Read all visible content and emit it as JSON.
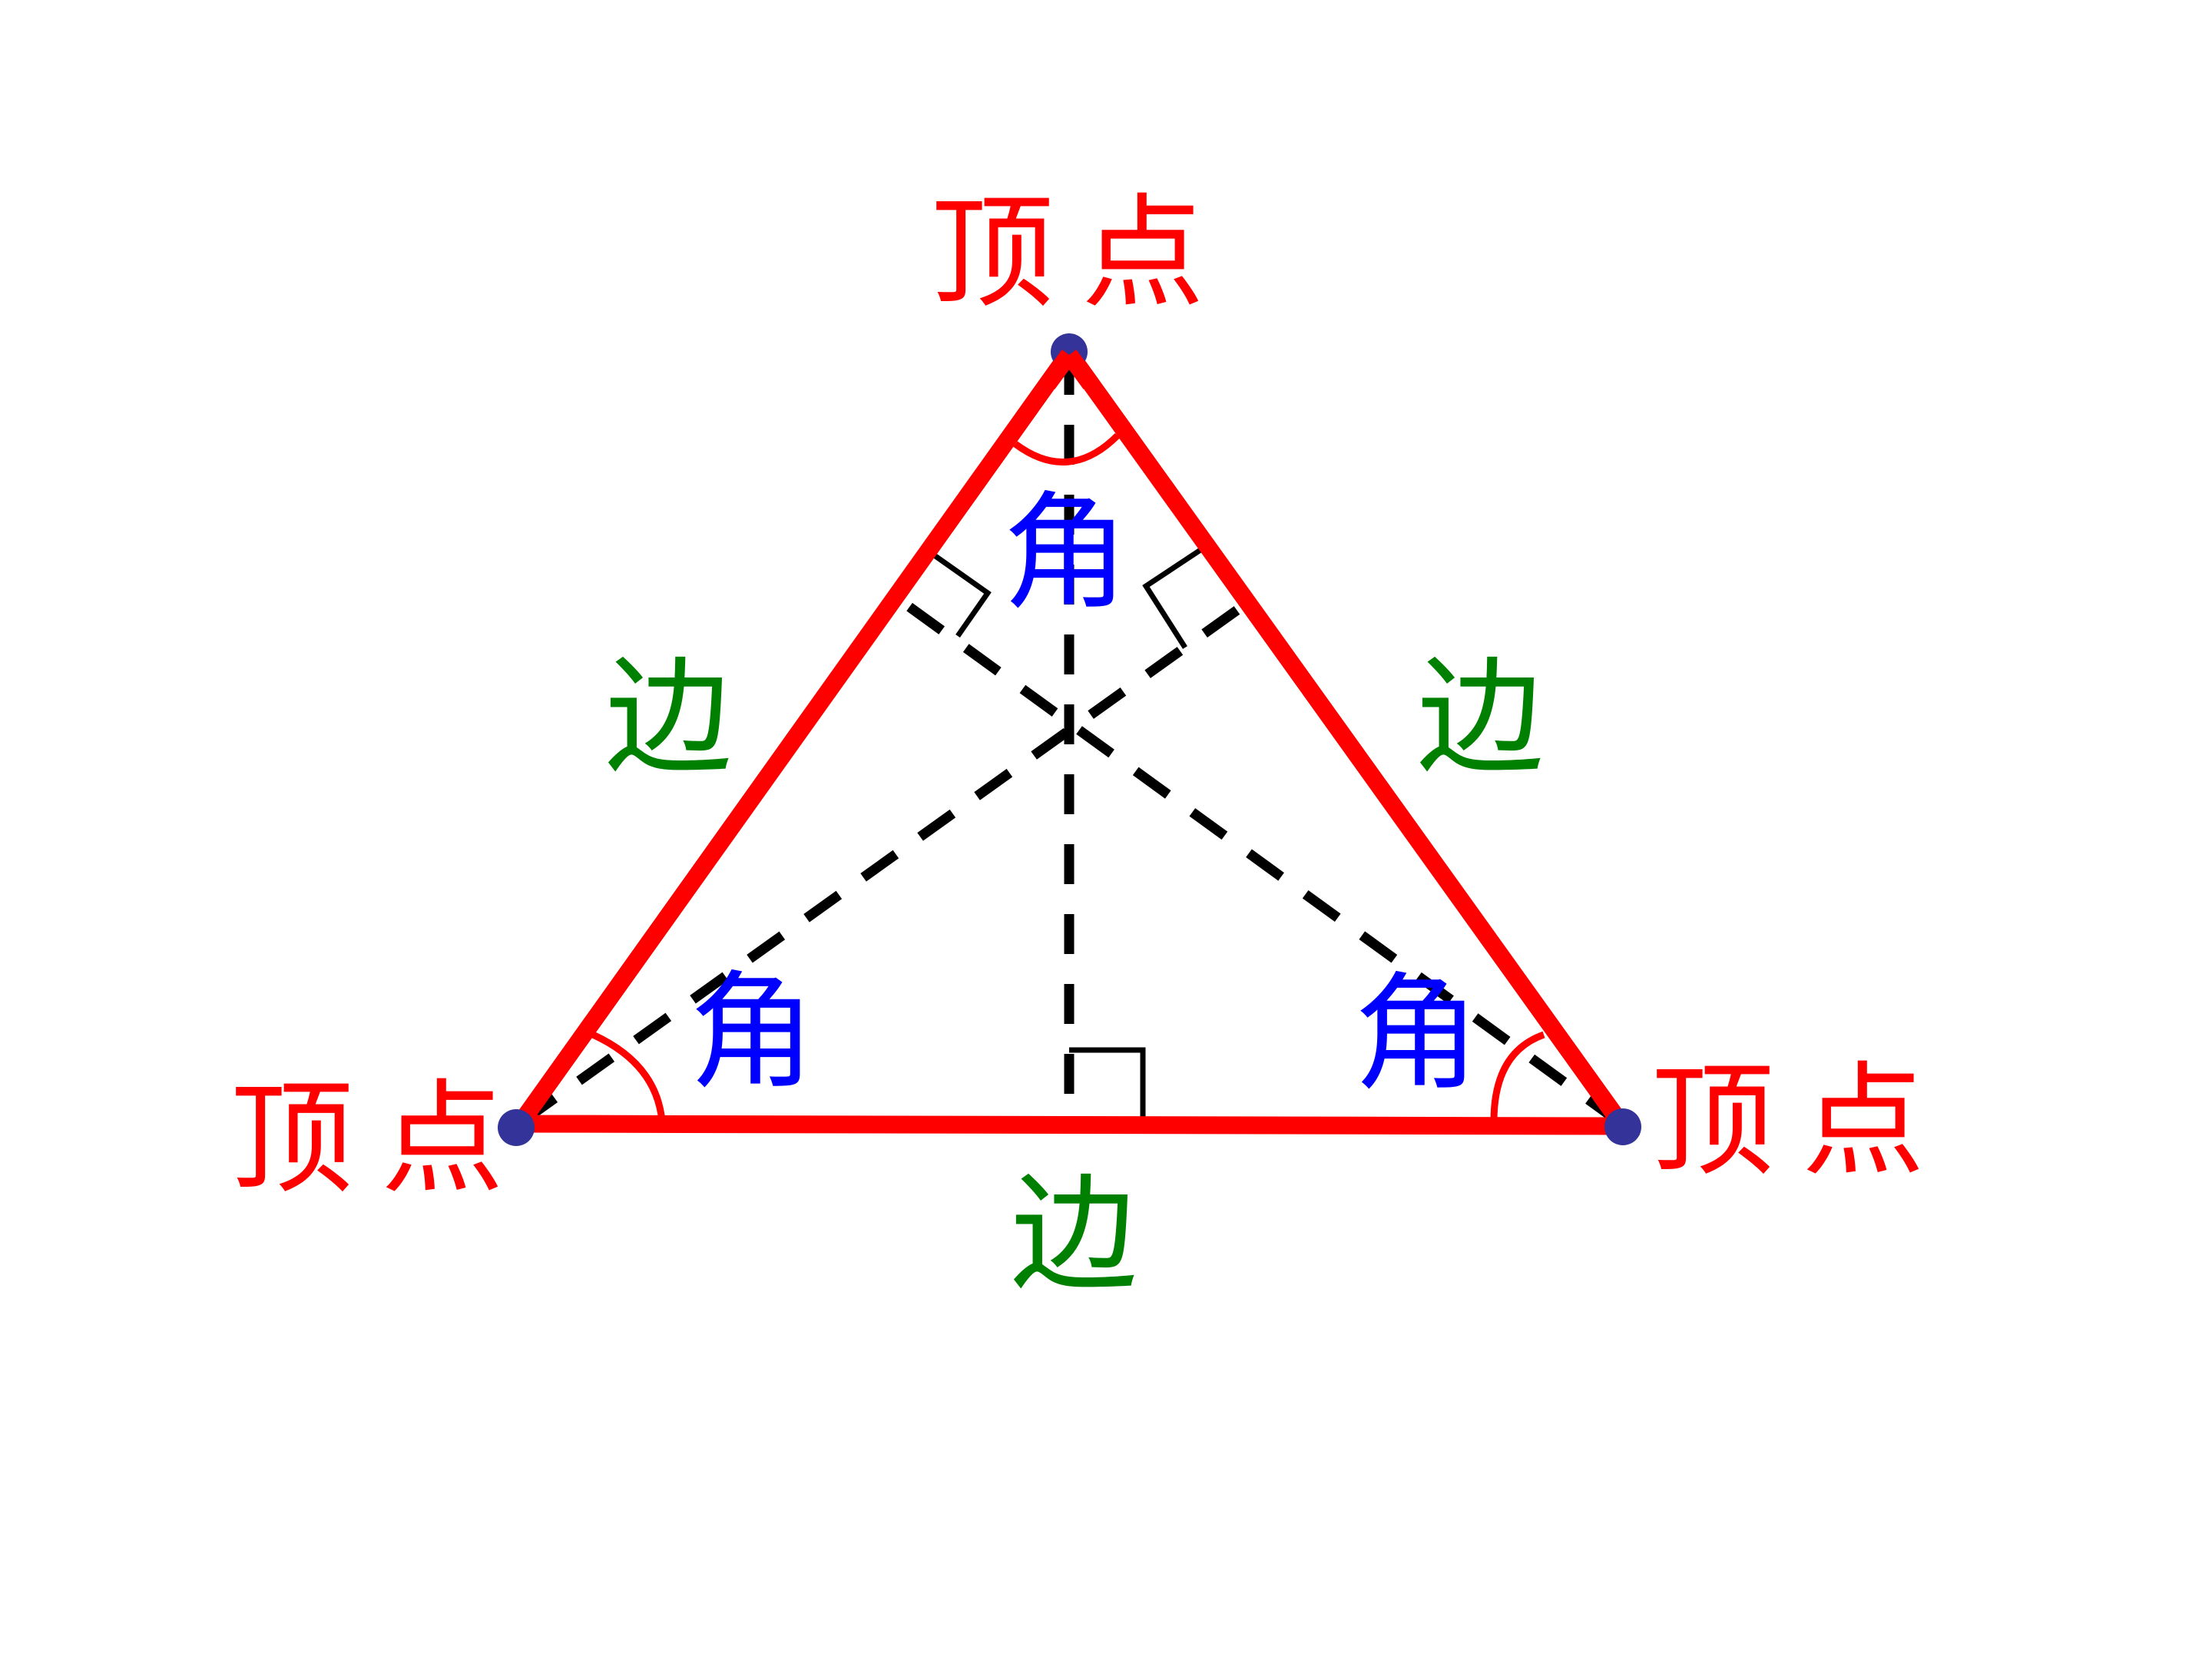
{
  "colors": {
    "triangle": "#ff0000",
    "vertex_dot": "#333399",
    "dashed": "#000000",
    "vertex_label": "#ff0000",
    "side_label": "#008000",
    "angle_label": "#0000ff",
    "background": "#ffffff"
  },
  "vertices": {
    "top": {
      "label": "顶点"
    },
    "left": {
      "label": "顶点"
    },
    "right": {
      "label": "顶点"
    }
  },
  "sides": {
    "left": {
      "label": "边"
    },
    "right": {
      "label": "边"
    },
    "bottom": {
      "label": "边"
    }
  },
  "angles": {
    "top": {
      "label": "角"
    },
    "left": {
      "label": "角"
    },
    "right": {
      "label": "角"
    }
  }
}
